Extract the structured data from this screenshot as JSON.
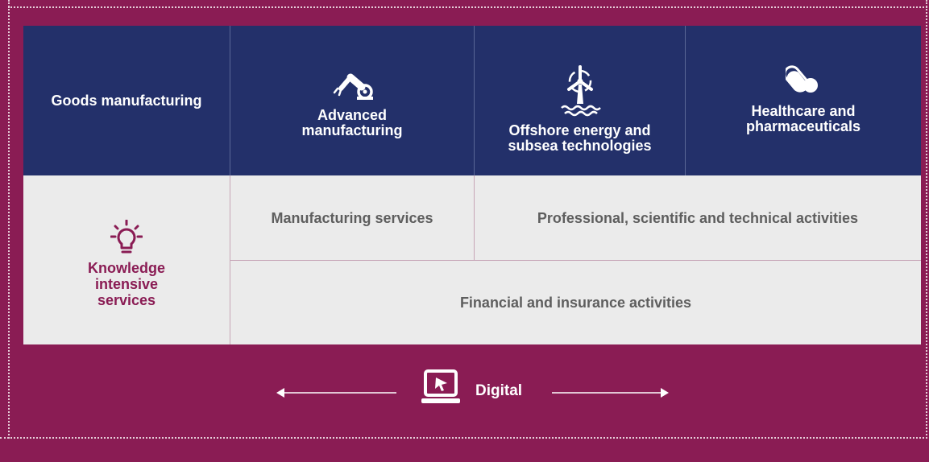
{
  "sectors": {
    "goods": "Goods manufacturing",
    "advanced": [
      "Advanced",
      "manufacturing"
    ],
    "offshore": [
      "Offshore energy and",
      "subsea technologies"
    ],
    "healthcare": [
      "Healthcare and",
      "pharmaceuticals"
    ]
  },
  "services": {
    "knowledge": [
      "Knowledge",
      "intensive",
      "services"
    ],
    "manufacturing_services": "Manufacturing services",
    "professional": "Professional, scientific and technical activities",
    "financial": "Financial and insurance activities"
  },
  "digital": {
    "label": "Digital"
  },
  "icons": {
    "advanced": "robot-arm-icon",
    "offshore": "wind-turbine-icon",
    "healthcare": "pill-capsule-icon",
    "knowledge": "lightbulb-icon",
    "digital": "laptop-cursor-icon"
  },
  "colors": {
    "background": "#8a1c54",
    "header": "#23306a",
    "services": "#ebebeb",
    "services_text": "#5e5e5e",
    "accent": "#8a1c54"
  }
}
